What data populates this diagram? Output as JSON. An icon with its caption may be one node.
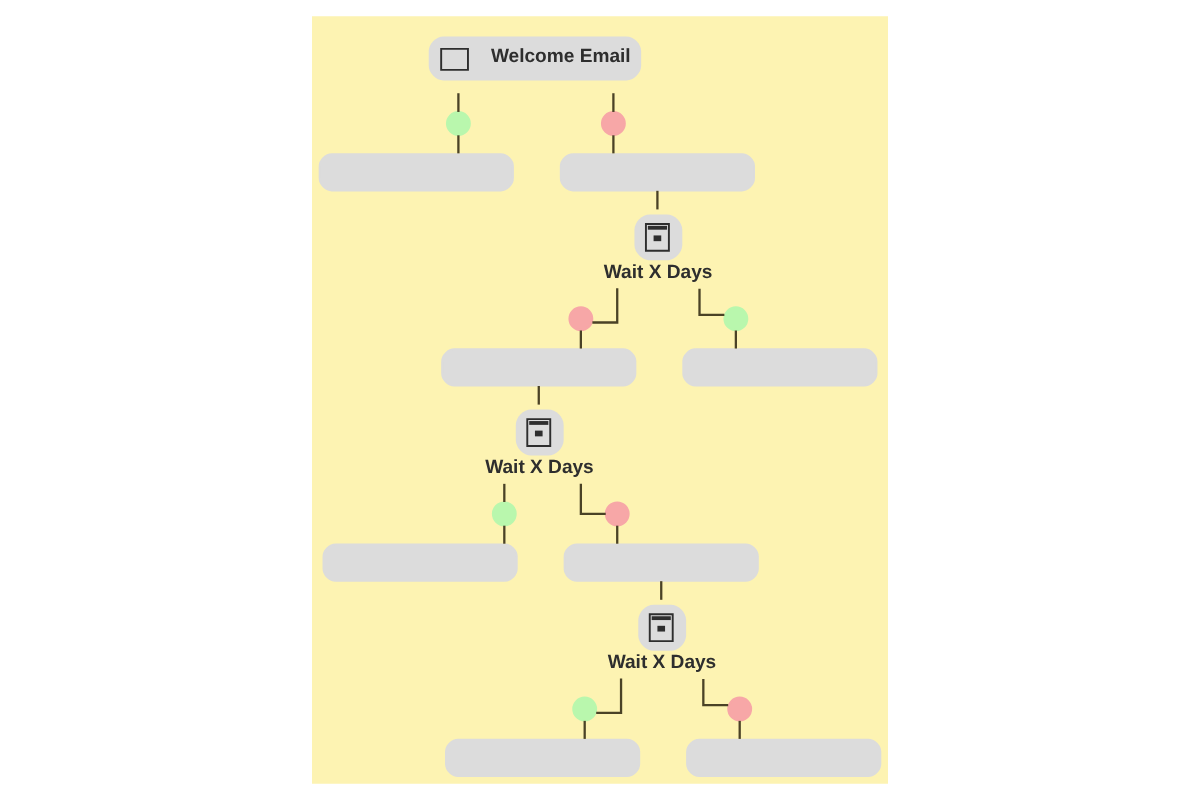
{
  "diagram": {
    "nodes": [
      {
        "text": [
          "Welcome Email"
        ]
      },
      {
        "text": [],
        "shape": "circle"
      },
      {
        "text": [],
        "shape": "circle"
      },
      {
        "text": [],
        "shape": "box"
      },
      {
        "text": [],
        "shape": "box"
      },
      {
        "text": [
          "Wait X Days"
        ]
      },
      {
        "text": [],
        "shape": "circle"
      },
      {
        "text": [],
        "shape": "circle"
      },
      {
        "text": [],
        "shape": "box"
      },
      {
        "text": [],
        "shape": "box"
      },
      {
        "text": [
          "Wait X Days"
        ]
      },
      {
        "text": [],
        "shape": "circle"
      },
      {
        "text": [],
        "shape": "circle"
      },
      {
        "text": [],
        "shape": "box"
      },
      {
        "text": [],
        "shape": "box"
      },
      {
        "text": [
          "Wait X Days"
        ]
      },
      {
        "text": [],
        "shape": "circle"
      },
      {
        "text": [],
        "shape": "circle"
      },
      {
        "text": [],
        "shape": "box"
      },
      {
        "text": [],
        "shape": "box"
      }
    ],
    "edges": [
      {
        "from": 0,
        "to": 1,
        "arrow": "none"
      },
      {
        "from": 0,
        "to": 2,
        "arrow": "none"
      },
      {
        "from": 1,
        "to": 3,
        "arrow": "none"
      },
      {
        "from": 2,
        "to": 4,
        "arrow": "none"
      },
      {
        "from": 4,
        "to": 5,
        "arrow": "none"
      },
      {
        "from": 5,
        "to": 6,
        "arrow": "none"
      },
      {
        "from": 5,
        "to": 7,
        "arrow": "none"
      },
      {
        "from": 6,
        "to": 8,
        "arrow": "none"
      },
      {
        "from": 7,
        "to": 9,
        "arrow": "none"
      },
      {
        "from": 8,
        "to": 10,
        "arrow": "none"
      },
      {
        "from": 10,
        "to": 11,
        "arrow": "none"
      },
      {
        "from": 10,
        "to": 12,
        "arrow": "none"
      },
      {
        "from": 11,
        "to": 13,
        "arrow": "none"
      },
      {
        "from": 12,
        "to": 14,
        "arrow": "none"
      },
      {
        "from": 14,
        "to": 15,
        "arrow": "none"
      },
      {
        "from": 15,
        "to": 16,
        "arrow": "none"
      },
      {
        "from": 15,
        "to": 17,
        "arrow": "none"
      },
      {
        "from": 16,
        "to": 18,
        "arrow": "none"
      },
      {
        "from": 17,
        "to": 19,
        "arrow": "none"
      }
    ]
  }
}
